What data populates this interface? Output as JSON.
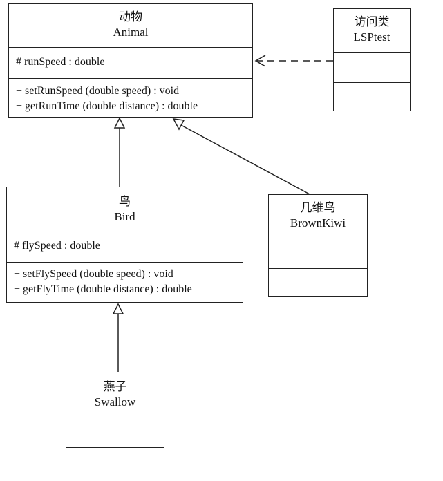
{
  "classes": {
    "animal": {
      "cn": "动物",
      "en": "Animal",
      "attributes": [
        "# runSpeed : double"
      ],
      "methods": [
        "+ setRunSpeed (double speed) : void",
        "+ getRunTime (double distance) : double"
      ]
    },
    "lsptest": {
      "cn": "访问类",
      "en": "LSPtest",
      "attributes": [],
      "methods": []
    },
    "bird": {
      "cn": "鸟",
      "en": "Bird",
      "attributes": [
        "# flySpeed : double"
      ],
      "methods": [
        "+ setFlySpeed (double speed) : void",
        "+ getFlyTime (double distance) : double"
      ]
    },
    "brownkiwi": {
      "cn": "几维鸟",
      "en": "BrownKiwi",
      "attributes": [],
      "methods": []
    },
    "swallow": {
      "cn": "燕子",
      "en": "Swallow",
      "attributes": [],
      "methods": []
    }
  },
  "relations": [
    {
      "from": "lsptest",
      "to": "animal",
      "kind": "dependency"
    },
    {
      "from": "bird",
      "to": "animal",
      "kind": "generalization"
    },
    {
      "from": "brownkiwi",
      "to": "animal",
      "kind": "generalization"
    },
    {
      "from": "swallow",
      "to": "bird",
      "kind": "generalization"
    }
  ]
}
